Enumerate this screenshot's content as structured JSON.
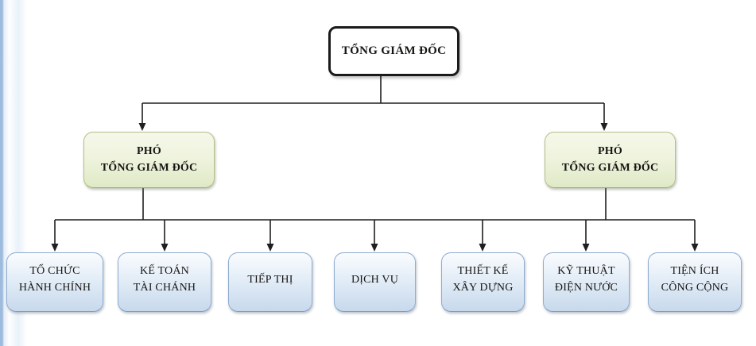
{
  "org_chart": {
    "type": "org-chart",
    "root": {
      "label": "TỔNG GIÁM ĐỐC"
    },
    "deputies": [
      {
        "label": "PHÓ\nTỔNG GIÁM ĐỐC"
      },
      {
        "label": "PHÓ\nTỔNG GIÁM ĐỐC"
      }
    ],
    "departments": [
      {
        "label": "TỔ CHỨC\nHÀNH CHÍNH"
      },
      {
        "label": "KẾ TOÁN\nTÀI CHÁNH"
      },
      {
        "label": "TIẾP THỊ"
      },
      {
        "label": "DỊCH VỤ"
      },
      {
        "label": "THIẾT KẾ\nXÂY DỰNG"
      },
      {
        "label": "KỸ THUẬT\nĐIỆN NƯỚC"
      },
      {
        "label": "TIỆN ÍCH\nCÔNG CỘNG"
      }
    ],
    "colors": {
      "root_border": "#1a1a1a",
      "root_fill": "#ffffff",
      "deputy_border": "#b2c189",
      "deputy_fill_top": "#f5f8ea",
      "deputy_fill_bottom": "#dfe9c6",
      "department_border": "#8fadd0",
      "department_fill_top": "#fafcfe",
      "department_fill_bottom": "#c7d9ec",
      "connector": "#1f1f1f",
      "page_left_edge": "#9dbbdc",
      "text": "#171513"
    }
  }
}
